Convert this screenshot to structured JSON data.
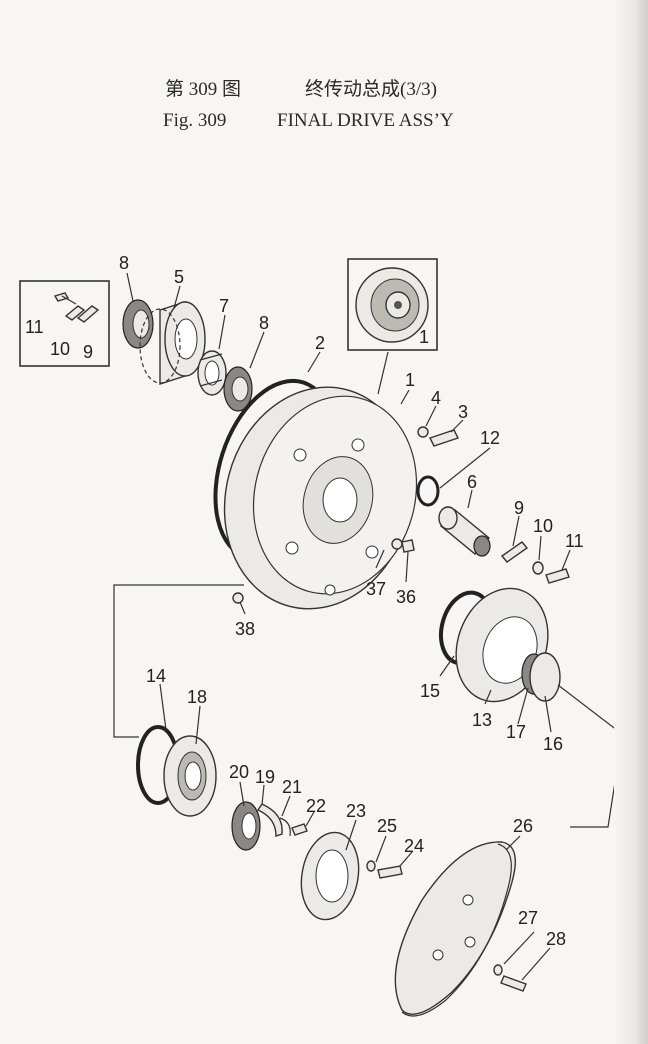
{
  "title": {
    "cn_fig": "第 309 图",
    "cn_name": "终传动总成(3/3)",
    "en_fig": "Fig. 309",
    "en_name": "FINAL DRIVE ASS’Y"
  },
  "callouts": {
    "c8a": "8",
    "c5": "5",
    "c7": "7",
    "c8b": "8",
    "c2": "2",
    "c1a": "1",
    "c1b": "1",
    "c11a": "11",
    "c10a": "10",
    "c9a": "9",
    "c4": "4",
    "c3": "3",
    "c12": "12",
    "c6": "6",
    "c9b": "9",
    "c10b": "10",
    "c11b": "11",
    "c37": "37",
    "c36": "36",
    "c38": "38",
    "c14": "14",
    "c18": "18",
    "c15": "15",
    "c13": "13",
    "c17": "17",
    "c16": "16",
    "c20": "20",
    "c19": "19",
    "c21": "21",
    "c22": "22",
    "c23": "23",
    "c25": "25",
    "c24": "24",
    "c26": "26",
    "c27": "27",
    "c28": "28"
  }
}
